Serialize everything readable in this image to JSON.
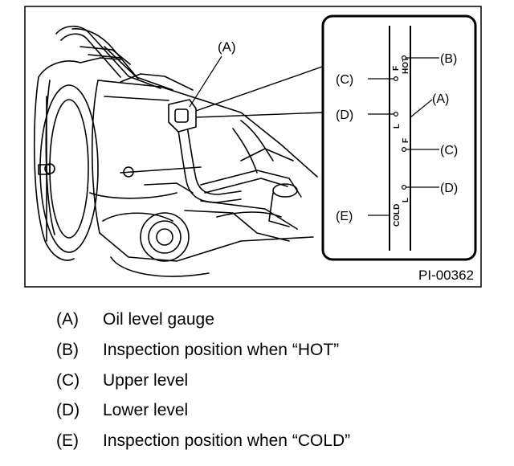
{
  "figure": {
    "code": "PI-00362",
    "main_callout": "(A)",
    "gauge_callouts": {
      "c_left": "(C)",
      "d_left": "(D)",
      "e_left": "(E)",
      "b_right": "(B)",
      "a_right": "(A)",
      "c_right": "(C)",
      "d_right": "(D)"
    },
    "gauge_markings": {
      "hot": "HOT",
      "cold": "COLD",
      "f_left": "F",
      "l_left": "L",
      "f_right": "F",
      "l_right": "L"
    }
  },
  "legend": [
    {
      "key": "(A)",
      "text": "Oil level gauge"
    },
    {
      "key": "(B)",
      "text": "Inspection position when “HOT”"
    },
    {
      "key": "(C)",
      "text": "Upper level"
    },
    {
      "key": "(D)",
      "text": "Lower level"
    },
    {
      "key": "(E)",
      "text": "Inspection position when “COLD”"
    }
  ]
}
